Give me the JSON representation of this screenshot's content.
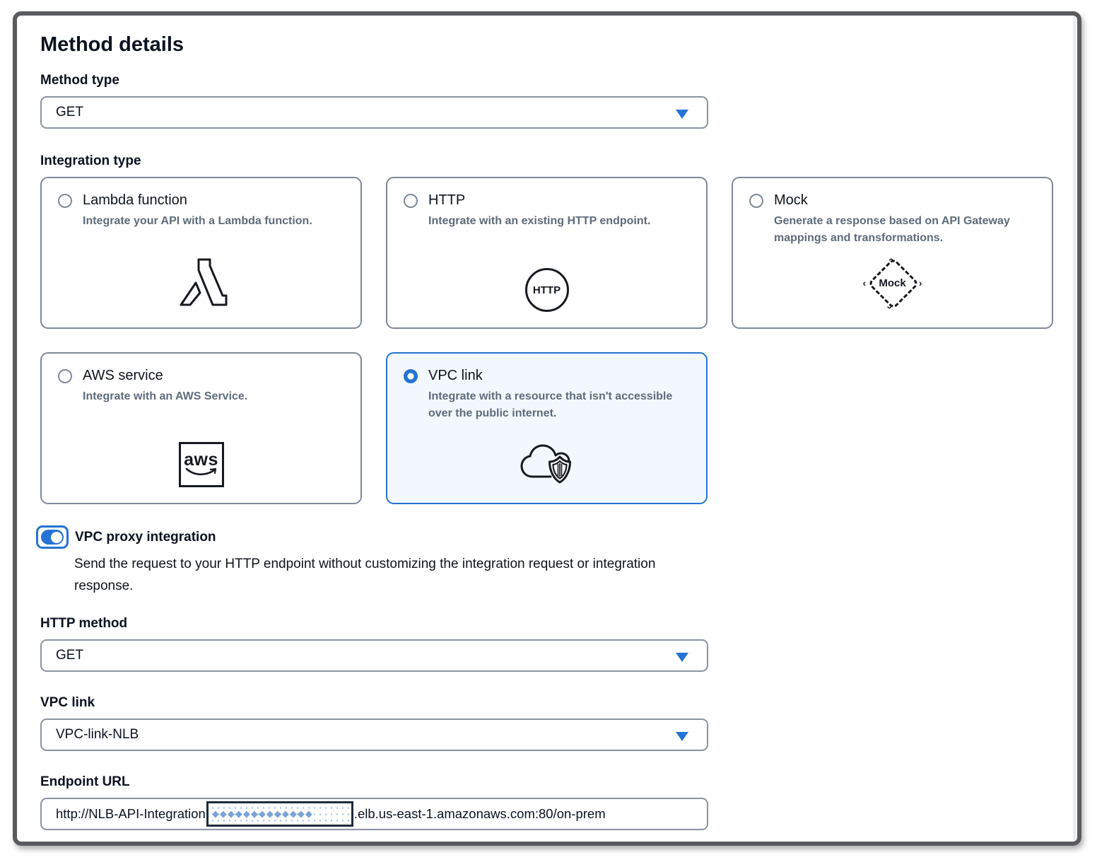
{
  "page": {
    "title": "Method details"
  },
  "method_type": {
    "label": "Method type",
    "value": "GET"
  },
  "integration_type": {
    "label": "Integration type",
    "options": [
      {
        "title": "Lambda function",
        "description": "Integrate your API with a Lambda function.",
        "icon": "lambda-icon",
        "selected": false
      },
      {
        "title": "HTTP",
        "description": "Integrate with an existing HTTP endpoint.",
        "icon": "http-icon",
        "icon_label": "HTTP",
        "selected": false
      },
      {
        "title": "Mock",
        "description": "Generate a response based on API Gateway mappings and transformations.",
        "icon": "mock-icon",
        "icon_label": "Mock",
        "selected": false
      },
      {
        "title": "AWS service",
        "description": "Integrate with an AWS Service.",
        "icon": "aws-icon",
        "icon_label": "aws",
        "selected": false
      },
      {
        "title": "VPC link",
        "description": "Integrate with a resource that isn't accessible over the public internet.",
        "icon": "vpc-link-shield-icon",
        "selected": true
      }
    ]
  },
  "vpc_proxy": {
    "label": "VPC proxy integration",
    "description": "Send the request to your HTTP endpoint without customizing the integration request or integration response.",
    "enabled": true
  },
  "http_method": {
    "label": "HTTP method",
    "value": "GET"
  },
  "vpc_link": {
    "label": "VPC link",
    "value": "VPC-link-NLB"
  },
  "endpoint_url": {
    "label": "Endpoint URL",
    "value_prefix": "http://NLB-API-Integration",
    "redacted_glyphs": "◆◆◆◆◆◆◆◆◆◆◆◆◆",
    "value_suffix": ".elb.us-east-1.amazonaws.com:80/on-prem"
  },
  "mock_arrows": {
    "left": "‹",
    "right": "›",
    "up": "›",
    "down": "›"
  },
  "colors": {
    "accent": "#2573d4",
    "selected_card_bg": "#f2f8fd",
    "control_border": "#8a93a2",
    "card_border": "#7d8998",
    "text_primary": "#0b1220",
    "text_secondary": "#5f6b7a",
    "frame_border": "#595b5e",
    "redaction_border": "#1d2b3a",
    "redaction_diamond": "#7aa3d6"
  }
}
